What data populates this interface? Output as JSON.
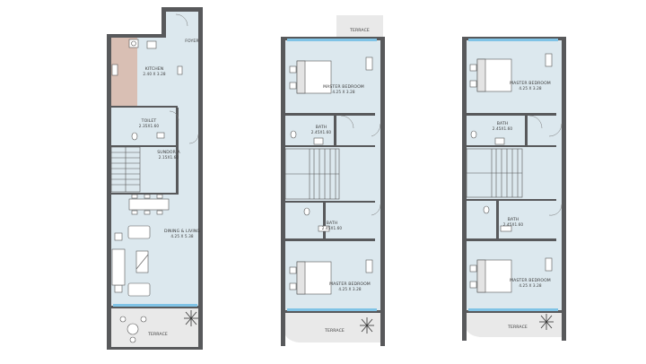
{
  "colors": {
    "wall": "#58595b",
    "floor": "#dce8ee",
    "kitchen": "#d9bfb4",
    "terrace": "#e9e9e9",
    "glass": "#7fc3e6",
    "fixture": "#555555",
    "fill_light": "#ffffff"
  },
  "plans": {
    "ground": {
      "foyer": "FOYER",
      "kitchen_name": "KITCHEN",
      "kitchen_dim": "2.40 X 3.28",
      "toilet_name": "TOILET",
      "toilet_dim": "2.35X1.60",
      "storage_name": "SUNDOR A",
      "storage_dim": "2.15X1.60",
      "living_name": "DINING & LIVING",
      "living_dim": "4.25 X 5.38",
      "terrace": "TERRACE"
    },
    "first": {
      "terrace": "TERRACE",
      "master_top_name": "MASTER BEDROOM",
      "master_top_dim": "4.25 X 3.28",
      "bath1_name": "BATH",
      "bath1_dim": "2.45X1.60",
      "bath2_name": "BATH",
      "bath2_dim": "2.45X1.60",
      "master_bottom_name": "MASTER BEDROOM",
      "master_bottom_dim": "4.25 X 3.28",
      "bottom_terrace": "TERRACE"
    },
    "second": {
      "master_top_name": "MASTER BEDROOM",
      "master_top_dim": "4.25 X 3.28",
      "bath1_name": "BATH",
      "bath1_dim": "2.45X1.60",
      "bath2_name": "BATH",
      "bath2_dim": "2.45X1.60",
      "master_bottom_name": "MASTER BEDROOM",
      "master_bottom_dim": "4.25 X 3.28",
      "bottom_terrace": "TERRACE"
    }
  }
}
